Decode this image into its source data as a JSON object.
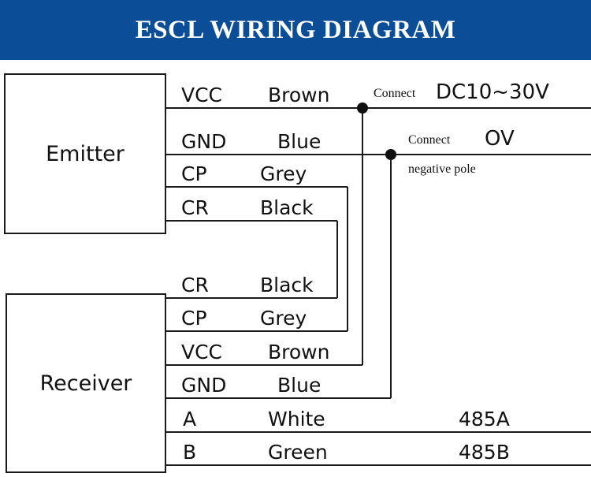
{
  "header": {
    "title": "ESCL WIRING DIAGRAM",
    "background_color": "#0b4d96",
    "text_color": "#ffffff"
  },
  "diagram": {
    "type": "wiring-diagram",
    "line_color": "#1a1a1a",
    "background_color": "#ffffff",
    "devices": [
      {
        "id": "emitter",
        "label": "Emitter"
      },
      {
        "id": "receiver",
        "label": "Receiver"
      }
    ],
    "emitter_wires": [
      {
        "signal": "VCC",
        "color": "Brown"
      },
      {
        "signal": "GND",
        "color": "Blue"
      },
      {
        "signal": "CP",
        "color": "Grey"
      },
      {
        "signal": "CR",
        "color": "Black"
      }
    ],
    "receiver_wires": [
      {
        "signal": "CR",
        "color": "Black",
        "terminal": ""
      },
      {
        "signal": "CP",
        "color": "Grey",
        "terminal": ""
      },
      {
        "signal": "VCC",
        "color": "Brown",
        "terminal": ""
      },
      {
        "signal": "GND",
        "color": "Blue",
        "terminal": ""
      },
      {
        "signal": "A",
        "color": "White",
        "terminal": "485A"
      },
      {
        "signal": "B",
        "color": "Green",
        "terminal": "485B"
      }
    ],
    "annotations": [
      {
        "id": "power-positive",
        "prefix": "Connect",
        "value": "DC10~30V",
        "suffix": ""
      },
      {
        "id": "power-negative",
        "prefix": "Connect",
        "value": "OV",
        "suffix": "negative pole"
      }
    ]
  }
}
